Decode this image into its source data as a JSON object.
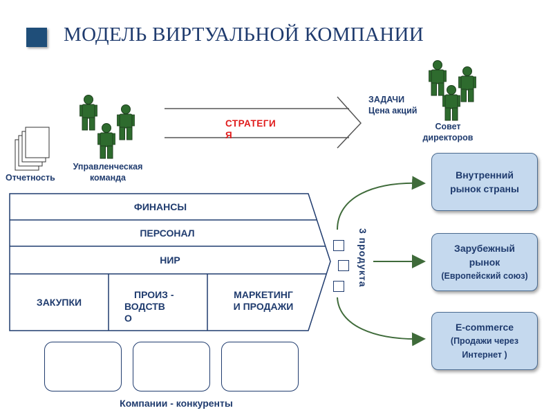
{
  "title": "МОДЕЛЬ ВИРТУАЛЬНОЙ КОМПАНИИ",
  "top": {
    "reporting_label": "Отчетность",
    "management_label_1": "Управленческая",
    "management_label_2": "команда",
    "strategy_line1": "СТРАТЕГИ",
    "strategy_line2": "Я",
    "tasks_label": "ЗАДАЧИ",
    "share_price_label": "Цена акций",
    "board_label_1": "Совет",
    "board_label_2": "директоров"
  },
  "company": {
    "finance": "ФИНАНСЫ",
    "personnel": "ПЕРСОНАЛ",
    "rnd": "НИР",
    "purchasing": "ЗАКУПКИ",
    "production_1": "ПРОИЗ -",
    "production_2": "ВОДСТВ",
    "production_3": "О",
    "marketing_1": "МАРКЕТИНГ",
    "marketing_2": "И ПРОДАЖИ"
  },
  "products_label": "3 продукта",
  "markets": [
    {
      "line1": "Внутренний",
      "line2": "рынок страны",
      "line3": ""
    },
    {
      "line1": "Зарубежный",
      "line2": "рынок",
      "line3": "(Европейский союз)"
    },
    {
      "line1": "E-commerce",
      "line2": "(Продажи через",
      "line3": "Интернет )"
    }
  ],
  "competitors_label": "Компании - конкуренты",
  "colors": {
    "text": "#1f3b6e",
    "accent_red": "#e01b1b",
    "people_green": "#2e6b2e",
    "arrow_green": "#3f6b3a",
    "market_fill": "#c5d9ee",
    "title_square": "#1f4e79"
  },
  "icons": {
    "people": "person-icon",
    "documents": "document-stack-icon",
    "square": "square-bullet-icon"
  }
}
